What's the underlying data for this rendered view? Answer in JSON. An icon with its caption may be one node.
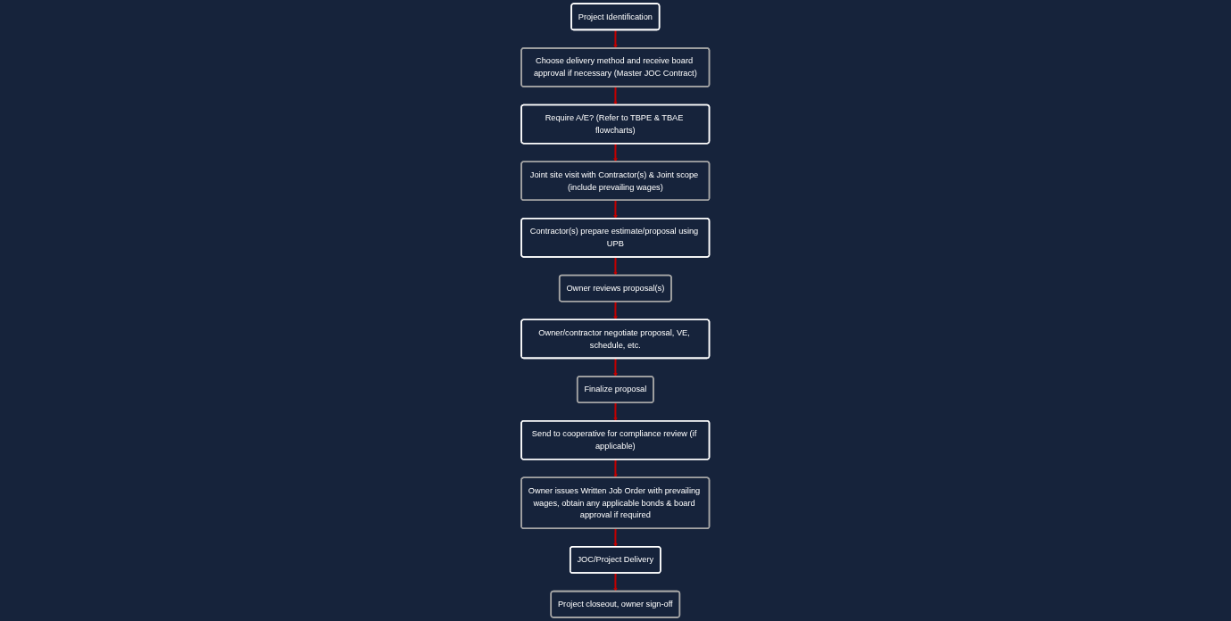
{
  "diagram": {
    "nodes": [
      {
        "text": [
          "Project Identification"
        ]
      },
      {
        "text": [
          "Choose delivery method and receive board approval if necessary (Master JOC Contract)"
        ]
      },
      {
        "text": [
          "Require A/E? (Refer to TBPE & TBAE flowcharts)"
        ]
      },
      {
        "text": [
          "Joint site visit with Contractor(s) & Joint scope (include prevailing wages)"
        ]
      },
      {
        "text": [
          "Contractor(s) prepare estimate/proposal using UPB"
        ]
      },
      {
        "text": [
          "Owner reviews proposal(s)"
        ]
      },
      {
        "text": [
          "Owner/contractor negotiate proposal, VE, schedule, etc."
        ]
      },
      {
        "text": [
          "Finalize proposal"
        ]
      },
      {
        "text": [
          "Send to cooperative for compliance review (if applicable)"
        ]
      },
      {
        "text": [
          "Owner issues Written Job Order with prevailing wages, obtain any applicable bonds & board approval if required"
        ]
      },
      {
        "text": [
          "JOC/Project Delivery"
        ]
      },
      {
        "text": [
          "Project closeout, owner sign-off"
        ]
      }
    ],
    "edges": [
      {
        "from": 0,
        "to": 1,
        "arrow": "to"
      },
      {
        "from": 1,
        "to": 2,
        "arrow": "to"
      },
      {
        "from": 2,
        "to": 3,
        "arrow": "to"
      },
      {
        "from": 3,
        "to": 4,
        "arrow": "to"
      },
      {
        "from": 4,
        "to": 5,
        "arrow": "to"
      },
      {
        "from": 5,
        "to": 6,
        "arrow": "to"
      },
      {
        "from": 6,
        "to": 7,
        "arrow": "to"
      },
      {
        "from": 7,
        "to": 8,
        "arrow": "to"
      },
      {
        "from": 8,
        "to": 9,
        "arrow": "to"
      },
      {
        "from": 9,
        "to": 10,
        "arrow": "to"
      },
      {
        "from": 10,
        "to": 11,
        "arrow": "to"
      }
    ]
  }
}
